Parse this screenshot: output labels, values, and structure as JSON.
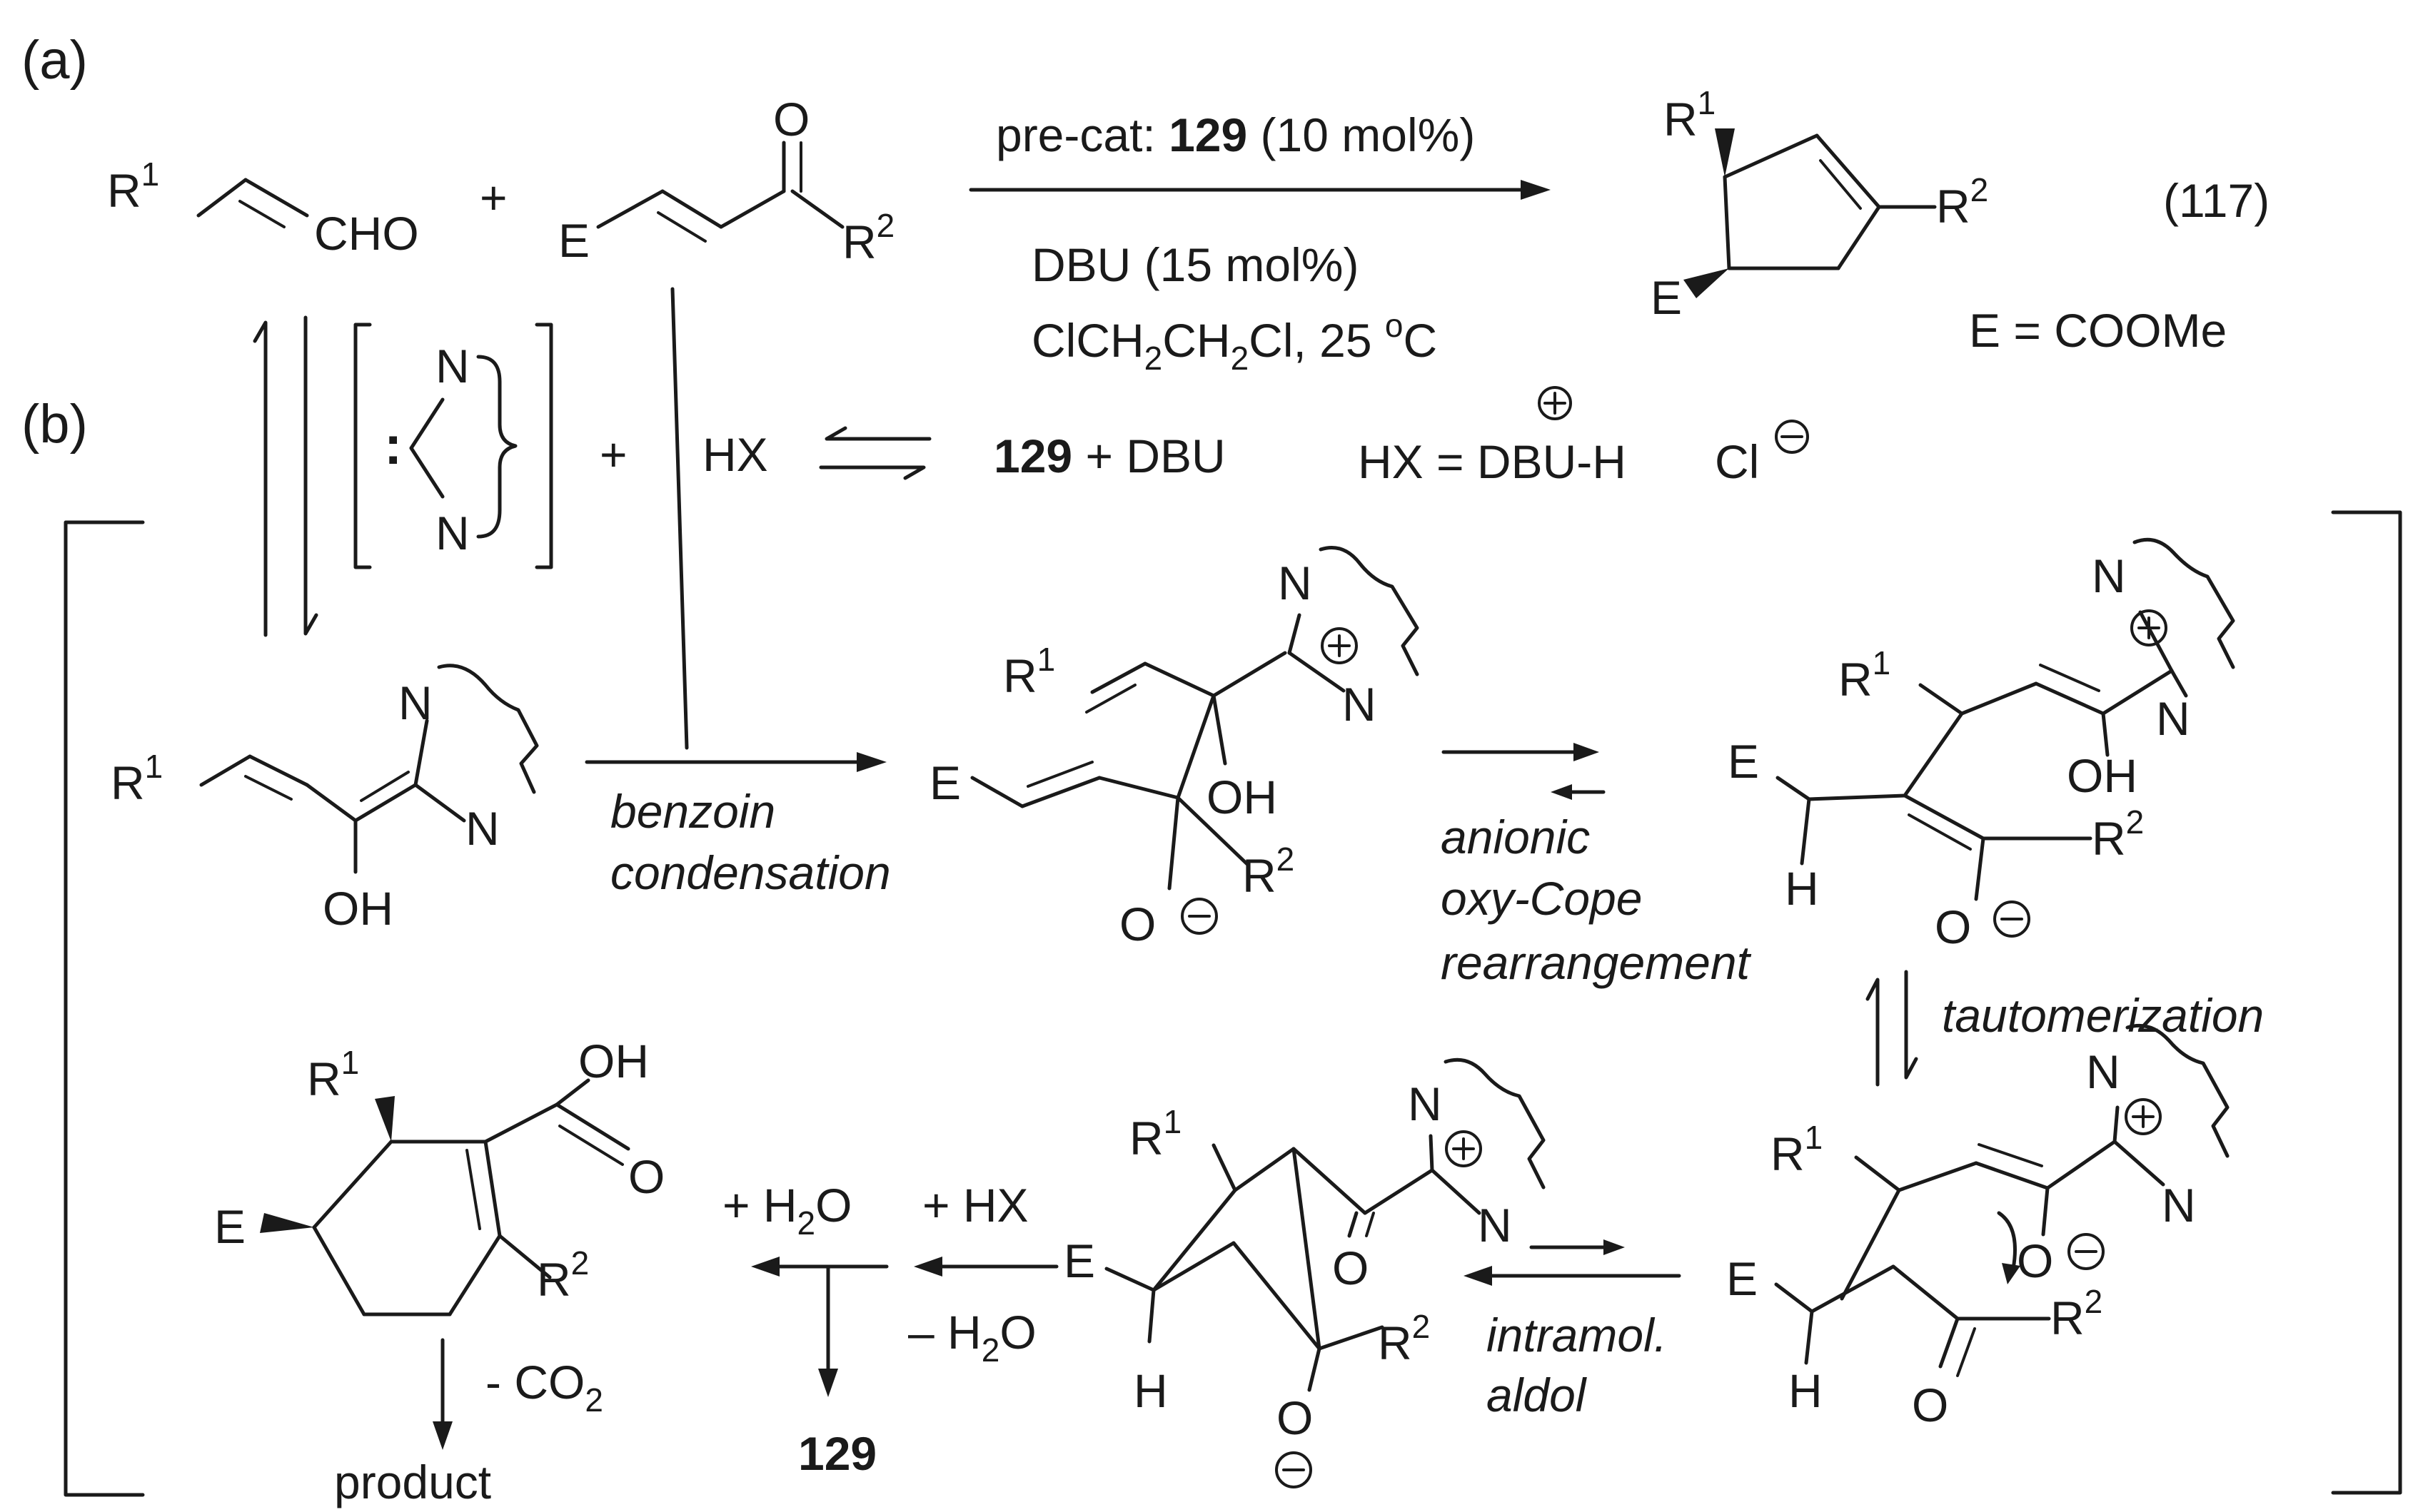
{
  "part_labels": {
    "a": "(a)",
    "b": "(b)"
  },
  "equation_number": "(117)",
  "definitions": {
    "e": "E = COOMe",
    "hx_prefix": "HX = DBU-H",
    "hx_counterion": "Cl"
  },
  "conditions": {
    "precat_prefix": "pre-cat: ",
    "precat_compound": "129",
    "precat_loading": " (10 mol%)",
    "base": "DBU (15 mol%)",
    "solvent_parts": [
      "ClCH",
      "2",
      "CH",
      "2",
      "Cl, 25 ",
      "o",
      "C"
    ]
  },
  "atoms": {
    "r1": "R",
    "r2": "R",
    "sup1": "1",
    "sup2": "2",
    "cho": "CHO",
    "o": "O",
    "e": "E",
    "n": "N",
    "oh": "OH",
    "h": "H",
    "plus": "+",
    "plus_charge": "+",
    "minus_charge": "−",
    "lone_pair": ":"
  },
  "equilibrium": {
    "hx": "HX",
    "compound": "129",
    "rest": " + DBU"
  },
  "steps": {
    "benzoin_1": "benzoin",
    "benzoin_2": "condensation",
    "oxycope_1": "anionic",
    "oxycope_2": "oxy-Cope",
    "oxycope_3": "rearrangement",
    "tautomerization": "tautomerization",
    "aldol_1": "intramol.",
    "aldol_2": "aldol"
  },
  "workup": {
    "plus_h2o": "+ H",
    "h2o_2": "2",
    "h2o_o": "O",
    "plus_hx": "+ HX",
    "minus_h2o": "– H",
    "minus_co2": "- CO",
    "co2_2": "2",
    "regenerated": "129",
    "product": "product"
  }
}
